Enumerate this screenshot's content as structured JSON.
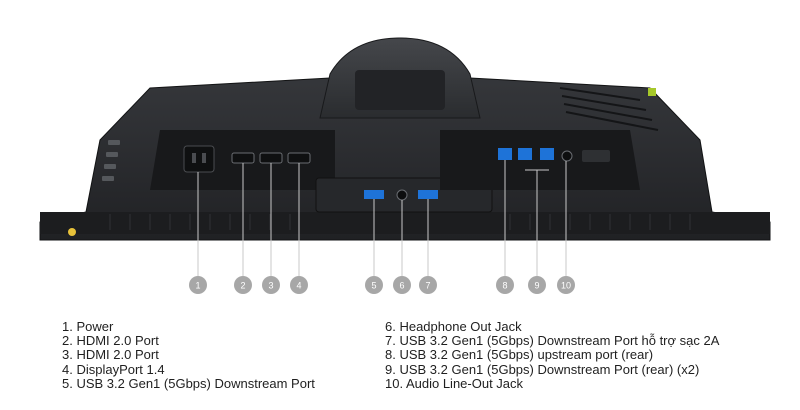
{
  "ports": [
    {
      "id": 1,
      "name": "Power"
    },
    {
      "id": 2,
      "name": "HDMI 2.0 Port"
    },
    {
      "id": 3,
      "name": "HDMI 2.0 Port"
    },
    {
      "id": 4,
      "name": "DisplayPort 1.4"
    },
    {
      "id": 5,
      "name": "USB 3.2 Gen1 (5Gbps) Downstream Port"
    },
    {
      "id": 6,
      "name": "Headphone Out Jack"
    },
    {
      "id": 7,
      "name": "USB 3.2 Gen1 (5Gbps) Downstream Port hỗ trợ sạc 2A"
    },
    {
      "id": 8,
      "name": "USB 3.2 Gen1 (5Gbps) upstream port (rear)"
    },
    {
      "id": 9,
      "name": "USB 3.2 Gen1 (5Gbps) Downstream Port (rear) (x2)"
    },
    {
      "id": 10,
      "name": "Audio Line-Out Jack"
    }
  ],
  "legend": {
    "left": [
      "1. Power",
      "2. HDMI 2.0 Port",
      "3. HDMI 2.0 Port",
      "4. DisplayPort 1.4",
      "5. USB 3.2 Gen1 (5Gbps) Downstream Port"
    ],
    "right": [
      "6. Headphone Out Jack",
      "7. USB 3.2 Gen1 (5Gbps) Downstream Port hỗ trợ sạc 2A",
      "8. USB 3.2 Gen1 (5Gbps) upstream port (rear)",
      "9. USB 3.2 Gen1 (5Gbps) Downstream Port (rear) (x2)",
      "10. Audio Line-Out Jack"
    ]
  },
  "callouts": [
    "1",
    "2",
    "3",
    "4",
    "5",
    "6",
    "7",
    "8",
    "9",
    "10"
  ],
  "colors": {
    "monitor_body": "#2b2d30",
    "monitor_dark": "#1c1d1f",
    "usb_blue": "#1e73d8",
    "callout_gray": "#a7a7a7",
    "leader_gray": "#c8c8c8",
    "accent_green": "#a6c82a"
  }
}
